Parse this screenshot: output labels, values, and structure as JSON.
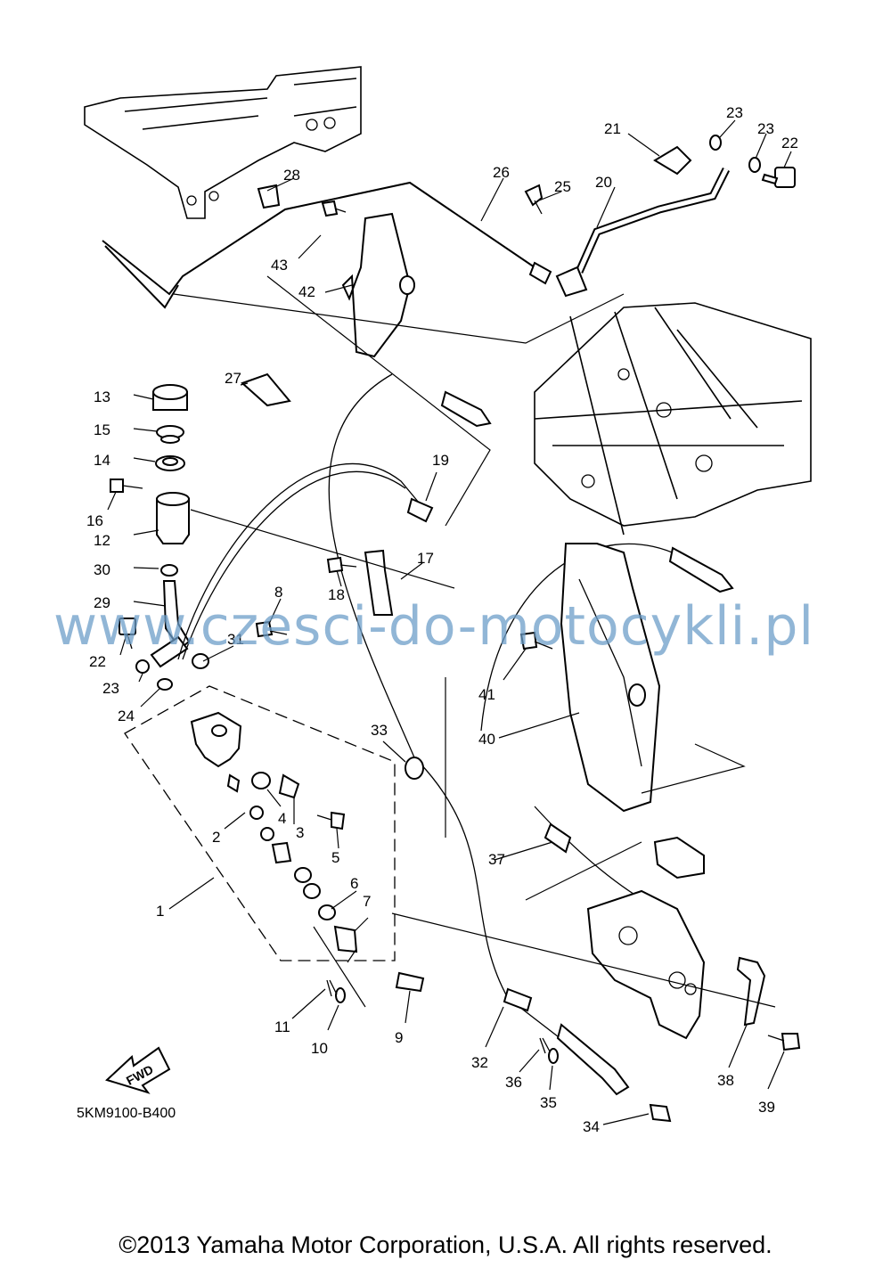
{
  "callouts": [
    "1",
    "2",
    "3",
    "4",
    "5",
    "6",
    "7",
    "8",
    "9",
    "10",
    "11",
    "12",
    "13",
    "14",
    "15",
    "16",
    "17",
    "18",
    "19",
    "20",
    "21",
    "22",
    "22",
    "23",
    "23",
    "23",
    "24",
    "25",
    "26",
    "27",
    "28",
    "29",
    "30",
    "31",
    "32",
    "33",
    "34",
    "35",
    "36",
    "37",
    "38",
    "39",
    "40",
    "41",
    "42",
    "43"
  ],
  "fwd_label": "FWD",
  "drawing_code": "5KM9100-B400",
  "watermark": "www.czesci-do-motocykli.pl",
  "copyright": "©2013 Yamaha Motor Corporation, U.S.A. All rights reserved."
}
